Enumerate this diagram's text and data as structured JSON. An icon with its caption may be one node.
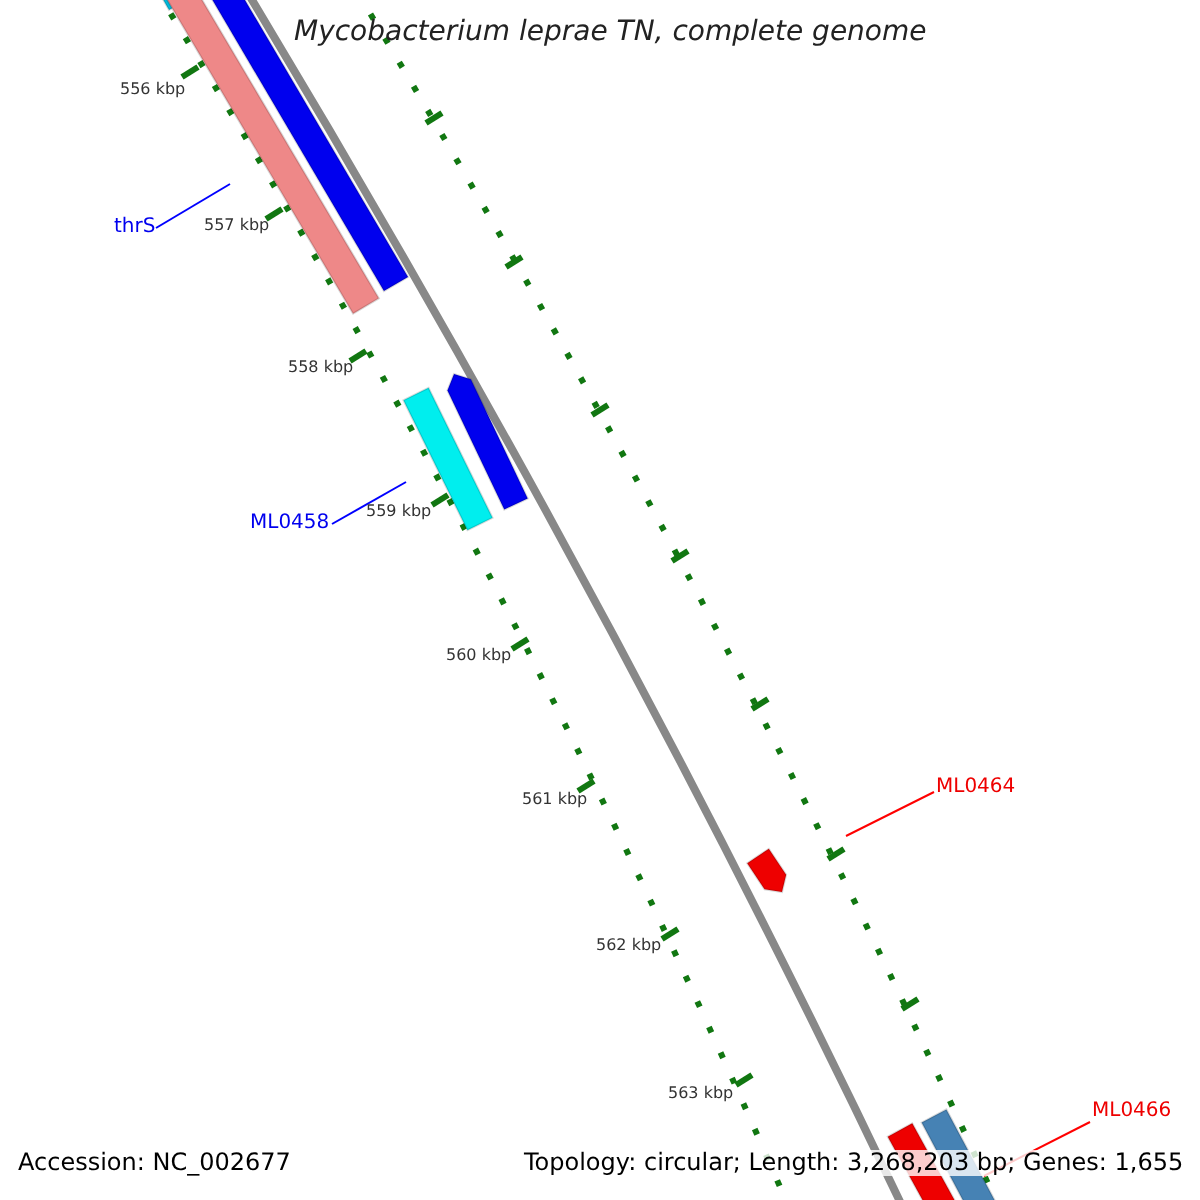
{
  "diagram": {
    "title": "Mycobacterium leprae TN, complete genome",
    "nodes": [
      {
        "text": [
          "thrS"
        ]
      },
      {
        "text": [],
        "shape": "bar"
      },
      {
        "text": [
          "ML0458"
        ]
      },
      {
        "text": [],
        "shape": "bar"
      },
      {
        "text": [
          "ML0464"
        ]
      },
      {
        "text": [],
        "shape": "bar"
      },
      {
        "text": [
          "ML0466"
        ]
      },
      {
        "text": [],
        "shape": "bar"
      }
    ],
    "edges": [
      {
        "from": 0,
        "to": 1,
        "arrow": "none",
        "color": "#0000ff"
      },
      {
        "from": 2,
        "to": 3,
        "arrow": "none",
        "color": "#0000ff"
      },
      {
        "from": 4,
        "to": 5,
        "arrow": "none",
        "color": "#ff0000"
      },
      {
        "from": 6,
        "to": 7,
        "arrow": "none",
        "color": "#ff0000"
      }
    ],
    "labels": [
      "556 kbp",
      "557 kbp",
      "558 kbp",
      "559 kbp",
      "560 kbp",
      "561 kbp",
      "562 kbp",
      "563 kbp",
      "Accession: NC_002677",
      "Topology: circular; Length: 3,268,203 bp; Genes: 1,655"
    ]
  }
}
